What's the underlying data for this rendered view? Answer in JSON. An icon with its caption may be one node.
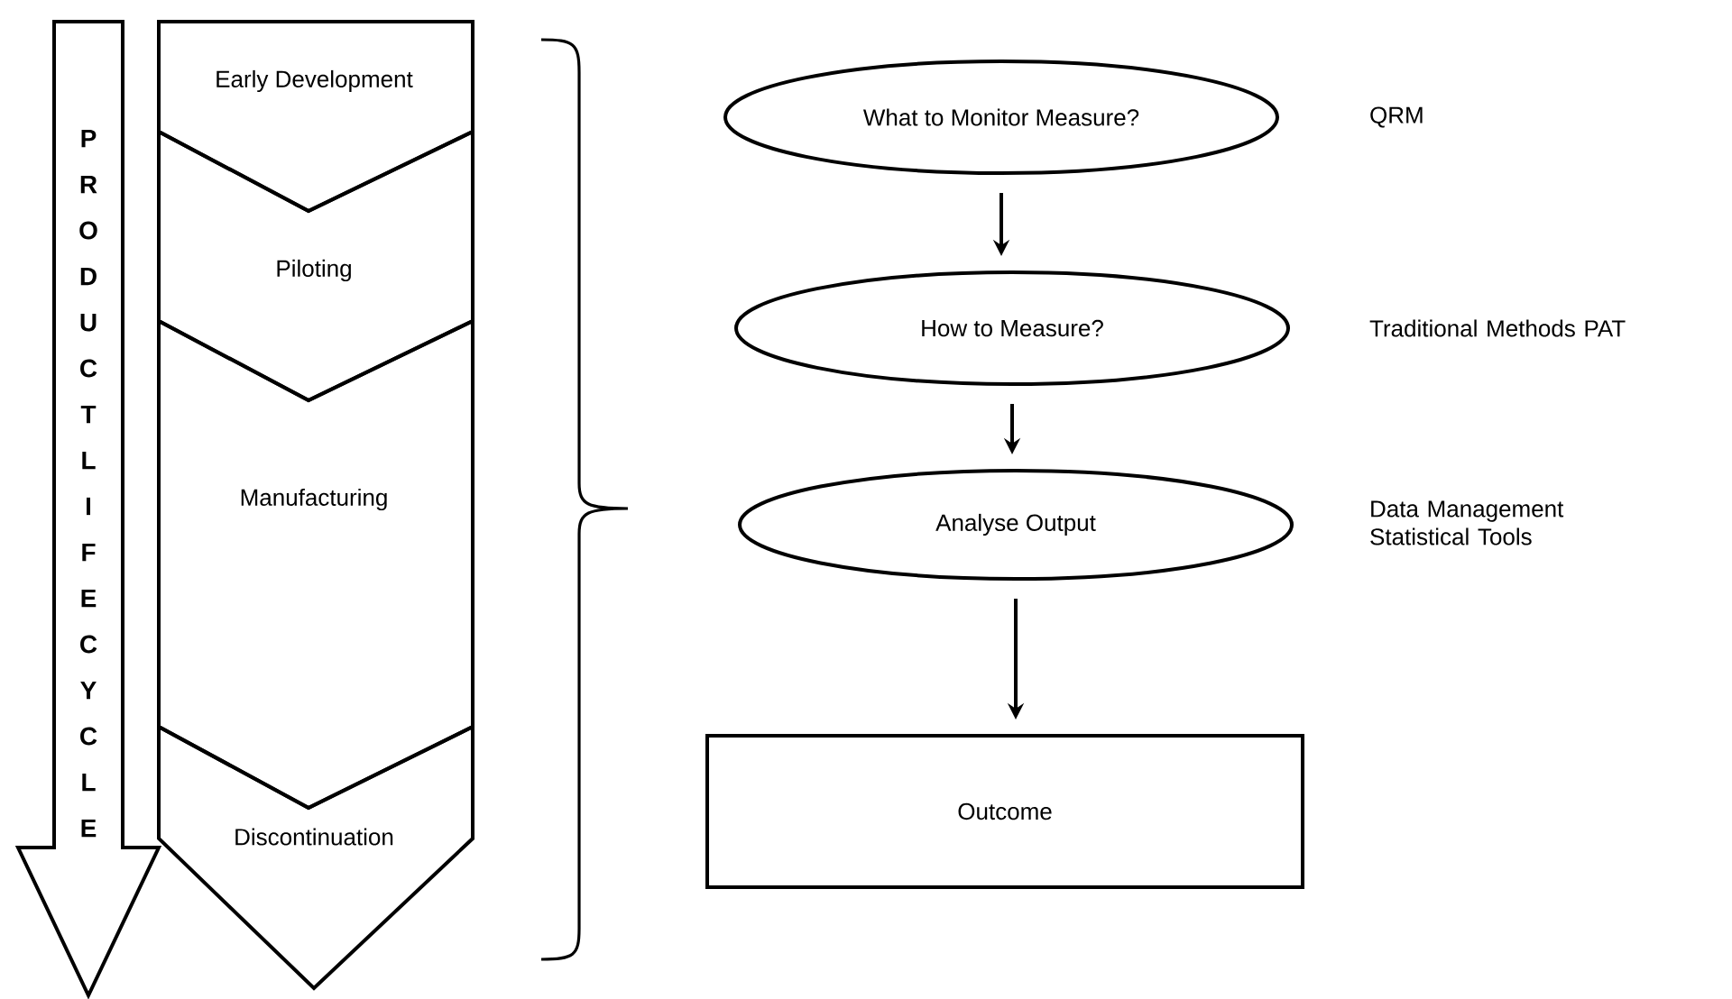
{
  "diagram": {
    "nodes": [
      {
        "text": [
          "PRODUCT LIFECYCLE"
        ]
      },
      {
        "text": [
          "Early Development"
        ]
      },
      {
        "text": [
          "Piloting"
        ]
      },
      {
        "text": [
          "Manufacturing"
        ]
      },
      {
        "text": [
          "Discontinuation"
        ]
      },
      {
        "text": [
          "What to Monitor Measure?"
        ],
        "beside": [
          "QRM"
        ]
      },
      {
        "text": [
          "How to Measure?"
        ],
        "beside": [
          "Traditional Methods PAT"
        ]
      },
      {
        "text": [
          "Analyse Output"
        ],
        "beside": [
          "Data Management Statistical Tools"
        ]
      },
      {
        "text": [
          "Outcome"
        ]
      }
    ],
    "edges": [
      {
        "from": 5,
        "to": 6,
        "arrow": "to"
      },
      {
        "from": 6,
        "to": 7,
        "arrow": "to"
      },
      {
        "from": 7,
        "to": 8,
        "arrow": "to"
      }
    ]
  }
}
